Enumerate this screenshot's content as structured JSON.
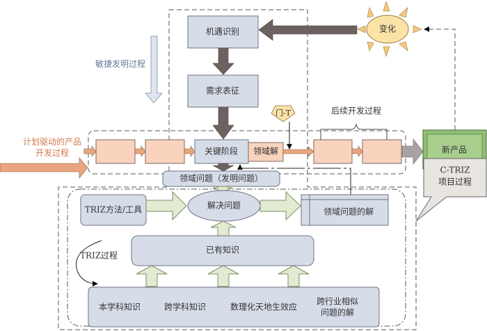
{
  "nodes": {
    "opportunity": "机遇识别",
    "change": "变化",
    "requirement": "需求表征",
    "agile_label": "敏捷发明过程",
    "plan_label_1": "计划驱动的产品",
    "plan_label_2": "开发过程",
    "key_stage": "关键阶段",
    "domain_solution": "领域解",
    "gate": "门-T",
    "followup_label": "后续开发过程",
    "new_product": "新产品",
    "domain_problem": "领域问题（发明问题）",
    "ctriz_1": "C-TRIZ",
    "ctriz_2": "项目过程",
    "triz_tools": "TRIZ方法/工具",
    "solve": "解决问题",
    "domain_problem_solution": "领域问题的解",
    "existing_knowledge": "已有知识",
    "triz_process": "TRIZ过程",
    "k1": "本学科知识",
    "k2": "跨学科知识",
    "k3": "数理化天地生效应",
    "k4_1": "跨行业相似",
    "k4_2": "问题的解"
  },
  "colors": {
    "box": "#d6dde8",
    "orange_box": "#f9d3bd",
    "dark_arrow": "#6e6260",
    "green_product": "#a9cf8f",
    "change_sun": "#fbe3a8",
    "plan_text": "#d07a4f",
    "agile_text": "#6b7a99"
  }
}
